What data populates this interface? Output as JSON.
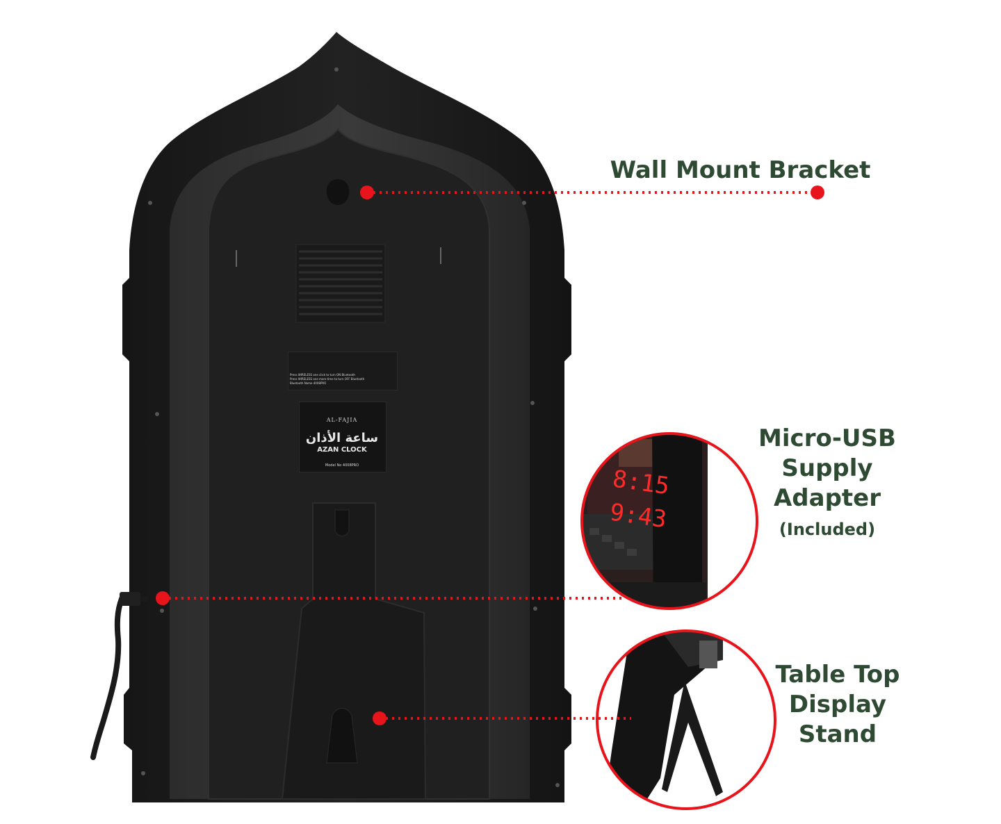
{
  "callouts": {
    "wall_mount": {
      "title": "Wall Mount Bracket"
    },
    "usb": {
      "line1": "Micro-USB",
      "line2": "Supply",
      "line3": "Adapter",
      "note": "(Included)"
    },
    "stand": {
      "line1": "Table Top",
      "line2": "Display",
      "line3": "Stand"
    }
  },
  "product_label": {
    "brand": "AL-FAJIA",
    "arabic_name": "ساعة الأذان",
    "name": "AZAN CLOCK",
    "model": "Model No 4008PRO"
  },
  "sticker": {
    "line1": "Press WIRELESS one click to turn ON Bluetooth",
    "line2": "Press WIRELESS one more time to turn OFF Bluetooth",
    "line3": "Bluetooth Name 4008PRO"
  },
  "inset_display": {
    "time1": "8:15",
    "time2": "9:43"
  },
  "colors": {
    "accent_red": "#e8141b",
    "callout_text": "#2e4a32",
    "clock_body": "#1c1c1c"
  }
}
